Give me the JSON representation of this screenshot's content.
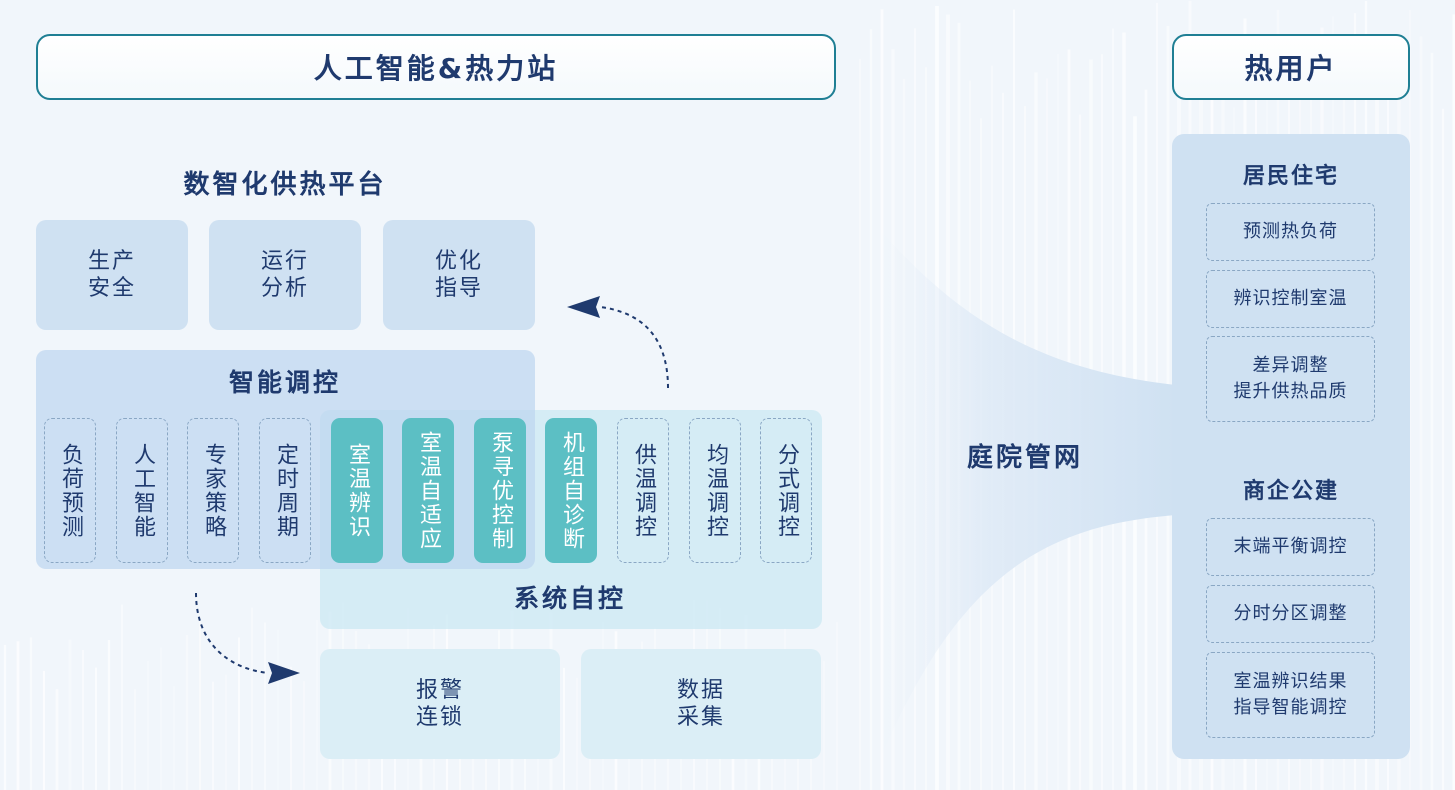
{
  "headers": {
    "left": "人工智能&热力站",
    "right": "热用户"
  },
  "platform": {
    "title": "数智化供热平台",
    "boxes": [
      "生产\n安全",
      "运行\n分析",
      "优化\n指导"
    ]
  },
  "smart_control": {
    "title": "智能调控",
    "items": [
      "负荷预测",
      "人工智能",
      "专家策略",
      "定时周期"
    ]
  },
  "shared_items": [
    "室温辨识",
    "室温自适应",
    "泵寻优控制",
    "机组自诊断"
  ],
  "auto_control": {
    "title": "系统自控",
    "items": [
      "供温调控",
      "均温调控",
      "分式调控"
    ]
  },
  "bottom_boxes": [
    "报警\n连锁",
    "数据\n采集"
  ],
  "network_label": "庭院管网",
  "users": {
    "residential": {
      "title": "居民住宅",
      "items": [
        "预测热负荷",
        "辨识控制室温",
        "差异调整\n提升供热品质"
      ]
    },
    "commercial": {
      "title": "商企公建",
      "items": [
        "末端平衡调控",
        "分时分区调整",
        "室温辨识结果\n指导智能调控"
      ]
    }
  },
  "colors": {
    "primary_text": "#1f3a6e",
    "header_border": "#1f7f94",
    "highlight_column": "#5cbfc4",
    "panel_blue": "#cfe1f2",
    "panel_teal": "#dbeef6"
  }
}
